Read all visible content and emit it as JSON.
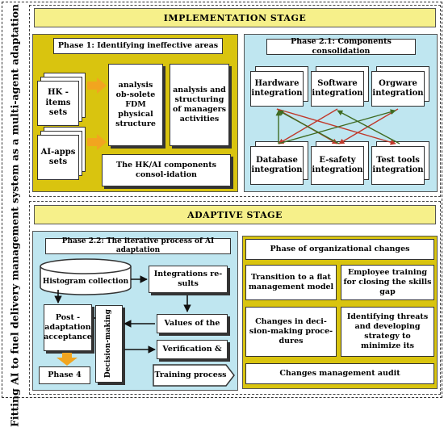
{
  "sidebar_title": "Fitting AI to fuel delivery management system as a multi-agent adaptation",
  "implementation": {
    "title": "IMPLEMENTATION    STAGE",
    "phase1": {
      "title": "Phase 1:    Identifying ineffective areas",
      "hk_items": "HK -items sets",
      "ai_apps": "AI-apps sets",
      "analysis_fdm": "analysis ob-solete FDM physical structure",
      "analysis_managers": "analysis and structuring of managers activities",
      "consolidation": "The HK/AI components consol-idation"
    },
    "phase21": {
      "title": "Phase 2.1:    Components consolidation",
      "hardware": "Hardware integration",
      "software": "Software integration",
      "orgware": "Orgware integration",
      "database": "Database integration",
      "esafety": "E-safety integration",
      "testtools": "Test tools integration"
    }
  },
  "adaptive": {
    "title": "ADAPTIVE STAGE",
    "phase22": {
      "title": "Phase 2.2: The iterative process of AI adaptation",
      "histogram": "Histogram collection",
      "integrations": "Integrations re-sults",
      "decision": "Decision-making",
      "values": "Values of the",
      "verification": "Verification &",
      "post": "Post - adaptation acceptance",
      "phase4": "Phase 4",
      "training": "Training process"
    },
    "org": {
      "title": "Phase of organizational changes",
      "flat": "Transition to a flat management model",
      "employee": "Employee training for closing the skills gap",
      "decision_changes": "Changes in deci-sion-making proce-dures",
      "threats": "Identifying threats and developing strategy to minimize its",
      "audit": "Changes management    audit"
    }
  },
  "colors": {
    "yellow": "#d9c40f",
    "cyan": "#bfe6f0",
    "title_yellow": "#f6f08a",
    "arrow_orange": "#f2a51f",
    "arrow_red": "#c0392b",
    "arrow_green": "#3f6b22"
  }
}
